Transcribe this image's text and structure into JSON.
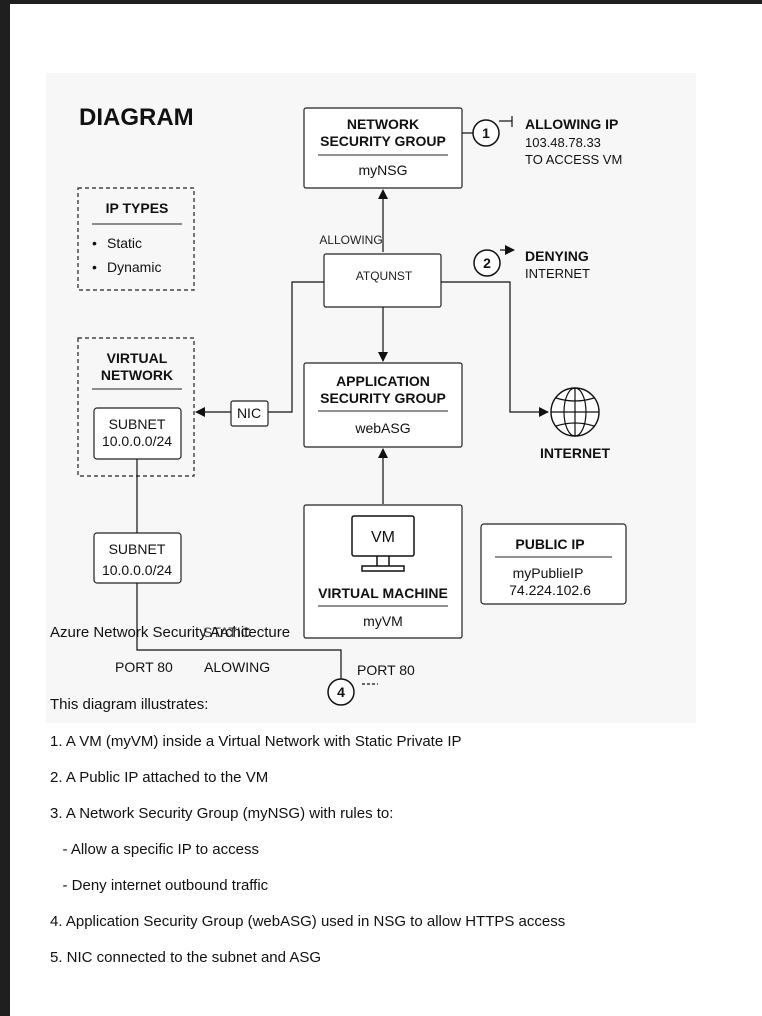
{
  "diagram": {
    "title": "DIAGRAM",
    "nsg": {
      "heading_line1": "NETWORK",
      "heading_line2": "SECURITY GROUP",
      "name": "myNSG"
    },
    "ip_types": {
      "heading": "IP TYPES",
      "items": [
        "Static",
        "Dynamic"
      ]
    },
    "vnet": {
      "heading_line1": "VIRTUAL",
      "heading_line2": "NETWORK"
    },
    "subnet_inner": {
      "label": "SUBNET",
      "cidr": "10.0.0.0/24"
    },
    "subnet_outer": {
      "label": "SUBNET",
      "cidr": "10.0.0.0/24"
    },
    "nic": {
      "label": "NIC"
    },
    "asg": {
      "heading_line1": "APPLICATION",
      "heading_line2": "SECURITY GROUP",
      "name": "webASG"
    },
    "vm": {
      "screen_label": "VM",
      "heading": "VIRTUAL MACHINE",
      "name": "myVM"
    },
    "public_ip": {
      "heading": "PUBLIC IP",
      "name": "myPublieIP",
      "address": "74.224.102.6"
    },
    "internet": {
      "label": "INTERNET"
    },
    "middle_box_text": "ATQUNST",
    "garbled_label": "ALLOWING",
    "callout1": {
      "number": "1",
      "line1": "ALLOWING IP",
      "line2": "103.48.78.33",
      "line3": "TO ACCESS VM"
    },
    "callout2": {
      "number": "2",
      "line1": "DENYING",
      "line2": "INTERNET"
    },
    "callout4": {
      "number": "4"
    },
    "bottom_labels": {
      "port_left": "PORT 80",
      "allowing": "ALOWING",
      "port_right": "PORT 80",
      "static_overlap": "STATIC"
    }
  },
  "caption": {
    "title": "Azure Network Security Architecture",
    "intro": "This diagram illustrates:",
    "items": [
      "1. A VM (myVM) inside a Virtual Network with Static Private IP",
      "2. A Public IP attached to the VM",
      "3. A Network Security Group (myNSG) with rules to:",
      "   - Allow a specific IP to access",
      "   - Deny internet outbound traffic",
      "4. Application Security Group (webASG) used in NSG to allow HTTPS access",
      "5. NIC connected to the subnet and ASG"
    ]
  }
}
